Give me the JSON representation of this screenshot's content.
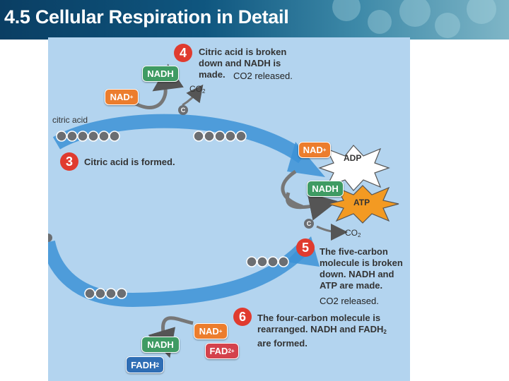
{
  "header": {
    "title": "4.5 Cellular Respiration in Detail"
  },
  "labels": {
    "citric_acid": "citric acid",
    "co2_top": "CO",
    "co2_top_sub": "2",
    "co2_mid": "CO",
    "co2_mid_sub": "2",
    "carbon": "C"
  },
  "badges": {
    "nadh": "NADH",
    "nad_plus": "NAD",
    "plus": "+",
    "adp": "ADP",
    "atp": "ATP",
    "fad": "FAD",
    "fad_sup": "2+",
    "fadh": "FADH",
    "fadh_sub": "2"
  },
  "steps": {
    "s3": {
      "num": "3",
      "text": "Citric acid is formed."
    },
    "s4": {
      "num": "4",
      "text": "Citric acid is broken down and NADH is made."
    },
    "s5": {
      "num": "5",
      "text": "The five-carbon molecule is broken down. NADH and ATP are made."
    },
    "s6": {
      "num": "6",
      "text": "The four-carbon molecule is rearranged. NADH and FADH",
      "text_sub": "2",
      "text_end": " are formed."
    }
  },
  "annotations": {
    "co2_released_1": "CO2 released.",
    "co2_released_2": "CO2 released."
  },
  "colors": {
    "panel_bg": "#b3d4ef",
    "cycle_arrow": "#3c92d6",
    "nadh_green": "#3f9b63",
    "nad_orange": "#ec7d2d",
    "fadh_blue": "#2f6eb5",
    "fad_red": "#d4424c",
    "atp_orange": "#f39a22",
    "step_red": "#e03b2f"
  }
}
